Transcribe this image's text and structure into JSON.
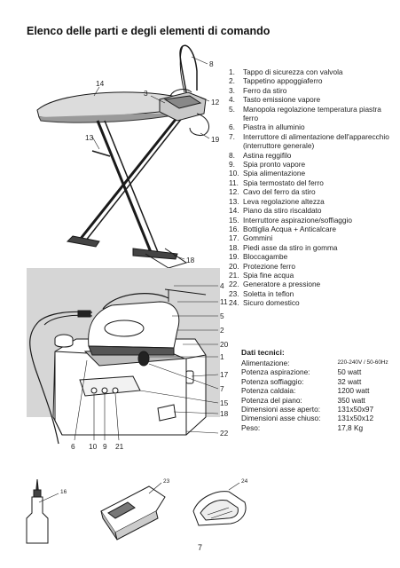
{
  "page": {
    "title": "Elenco delle parti e degli elementi di comando",
    "page_number": "7"
  },
  "parts_list": [
    {
      "num": "1.",
      "text": "Tappo di sicurezza con valvola"
    },
    {
      "num": "2.",
      "text": "Tappetino appoggiaferro"
    },
    {
      "num": "3.",
      "text": "Ferro da stiro"
    },
    {
      "num": "4.",
      "text": "Tasto emissione vapore"
    },
    {
      "num": "5.",
      "text": "Manopola regolazione temperatura piastra ferro"
    },
    {
      "num": "6.",
      "text": "Piastra in alluminio"
    },
    {
      "num": "7.",
      "text": "Interruttore di alimentazione dell'apparecchio (interruttore generale)"
    },
    {
      "num": "8.",
      "text": "Astina reggifilo"
    },
    {
      "num": "9.",
      "text": "Spia pronto vapore"
    },
    {
      "num": "10.",
      "text": "Spia alimentazione"
    },
    {
      "num": "11.",
      "text": "Spia termostato del ferro"
    },
    {
      "num": "12.",
      "text": "Cavo del ferro da stiro"
    },
    {
      "num": "13.",
      "text": "Leva regolazione altezza"
    },
    {
      "num": "14.",
      "text": "Piano da stiro riscaldato"
    },
    {
      "num": "15.",
      "text": "Interruttore aspirazione/soffiaggio"
    },
    {
      "num": "16.",
      "text": "Bottiglia Acqua + Anticalcare"
    },
    {
      "num": "17.",
      "text": "Gommini"
    },
    {
      "num": "18.",
      "text": "Piedi asse da stiro in gomma"
    },
    {
      "num": "19.",
      "text": "Bloccagambe"
    },
    {
      "num": "20.",
      "text": "Protezione ferro"
    },
    {
      "num": "21.",
      "text": "Spia fine acqua"
    },
    {
      "num": "22.",
      "text": "Generatore a pressione"
    },
    {
      "num": "23.",
      "text": "Soletta in teflon"
    },
    {
      "num": "24.",
      "text": "Sicuro domestico"
    }
  ],
  "technical_data": {
    "heading": "Dati tecnici:",
    "rows": [
      {
        "label": "Alimentazione:",
        "value": "220-240V / 50-60Hz",
        "small": true
      },
      {
        "label": "Potenza aspirazione:",
        "value": "50 watt"
      },
      {
        "label": "Potenza soffiaggio:",
        "value": "32 watt"
      },
      {
        "label": "Potenza caldaia:",
        "value": "1200 watt"
      },
      {
        "label": "Potenza del piano:",
        "value": "350 watt"
      },
      {
        "label": "Dimensioni asse aperto:",
        "value": "131x50x97"
      },
      {
        "label": "Dimensioni asse chiuso:",
        "value": "131x50x12"
      },
      {
        "label": "Peso:",
        "value": "17,8 Kg"
      }
    ]
  },
  "callouts": {
    "board": {
      "c8": "8",
      "c14": "14",
      "c3": "3",
      "c12": "12",
      "c13": "13",
      "c19": "19",
      "c18": "18"
    },
    "station": {
      "c4": "4",
      "c11": "11",
      "c5": "5",
      "c2": "2",
      "c20": "20",
      "c1": "1",
      "c17": "17",
      "c7": "7",
      "c15": "15",
      "c18": "18",
      "c22": "22",
      "c6": "6",
      "c10": "10",
      "c9": "9",
      "c21": "21"
    },
    "accessories": {
      "c16": "16",
      "c23": "23",
      "c24": "24"
    }
  }
}
